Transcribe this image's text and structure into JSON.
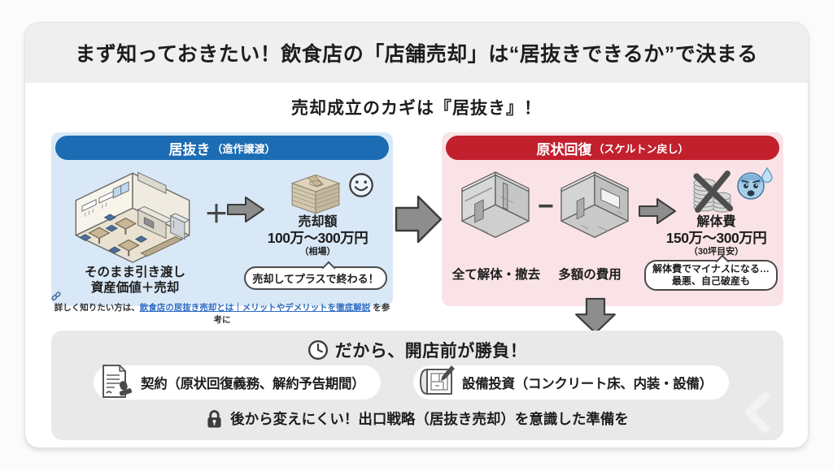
{
  "colors": {
    "inuki_blue": "#1b6cb3",
    "inuki_panel_bg": "#d9e8f6",
    "genjo_red": "#c2202d",
    "genjo_panel_bg": "#fae3e6",
    "bottom_panel_bg": "#e9e9e9",
    "title_band_bg": "#efefef",
    "arrow_gray": "#8d8d8d",
    "link_blue": "#2e6bc4"
  },
  "title_bar": {
    "text": "まず知っておきたい！飲食店の「店舗売却」は“居抜きできるか”で決まる"
  },
  "subtitle": "売却成立のカギは『居抜き』！",
  "inuki_panel": {
    "header_main": "居抜き",
    "header_sub": "（造作譲渡）",
    "plus_sign": "＋",
    "sale": {
      "label": "売却額",
      "range": "100万〜300万円",
      "note": "（相場）"
    },
    "handover_line1": "そのまま引き渡し",
    "handover_line2": "資産価値＋売却",
    "bubble": "売却してプラスで終わる！",
    "link": {
      "prefix": "詳しく知りたい方は、",
      "text": "飲食店の居抜き売却とは｜メリットやデメリットを徹底解説",
      "suffix": "を参考に"
    }
  },
  "genjo_panel": {
    "header_main": "原状回復",
    "header_sub": "（スケルトン戻し）",
    "minus_sign": "−",
    "demolition": {
      "label": "解体費",
      "range": "150万〜300万円",
      "note": "（30坪目安）"
    },
    "caption_left": "全て解体・撤去",
    "caption_right": "多額の費用",
    "bubble_line1": "解体費でマイナスになる…",
    "bubble_line2": "最悪、自己破産も"
  },
  "bottom_panel": {
    "headline": "だから、開店前が勝負！",
    "contract_label": "契約（原状回復義務、解約予告期間）",
    "equipment_label": "設備投資（コンクリート床、内装・設備）",
    "lock_note": "後から変えにくい！出口戦略（居抜き売却）を意識した準備を"
  },
  "icons": {
    "link": "chain-link",
    "clock": "clock",
    "contract": "document-with-stamp",
    "equipment": "blueprint-with-pencil",
    "lock": "padlock",
    "happy": "smiley-face",
    "worried": "worried-face-with-sweat",
    "money": "banknote-stack",
    "coins_crossed": "coin-stack-crossed-out",
    "restaurant": "furnished-restaurant-room",
    "room_door": "empty-skeleton-room",
    "room_window": "empty-skeleton-room-window",
    "chevron": "carousel-prev-chevron"
  }
}
